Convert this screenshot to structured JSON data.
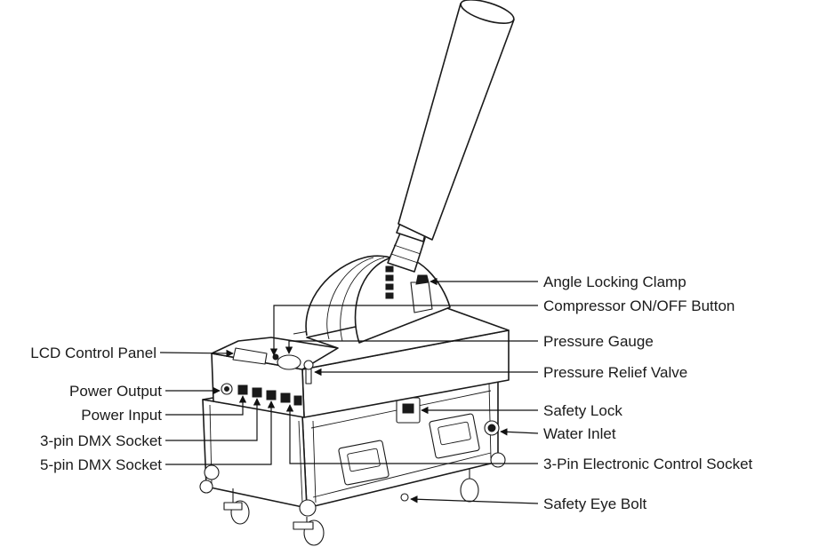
{
  "labels_right": [
    "Angle Locking Clamp",
    "Compressor ON/OFF Button",
    "Pressure Gauge",
    "Pressure Relief Valve",
    "Safety Lock",
    "Water Inlet",
    "3-Pin Electronic Control Socket",
    "Safety Eye Bolt"
  ],
  "labels_left": [
    "LCD Control Panel",
    "Power Output",
    "Power Input",
    "3-pin DMX Socket",
    "5-pin DMX Socket"
  ]
}
